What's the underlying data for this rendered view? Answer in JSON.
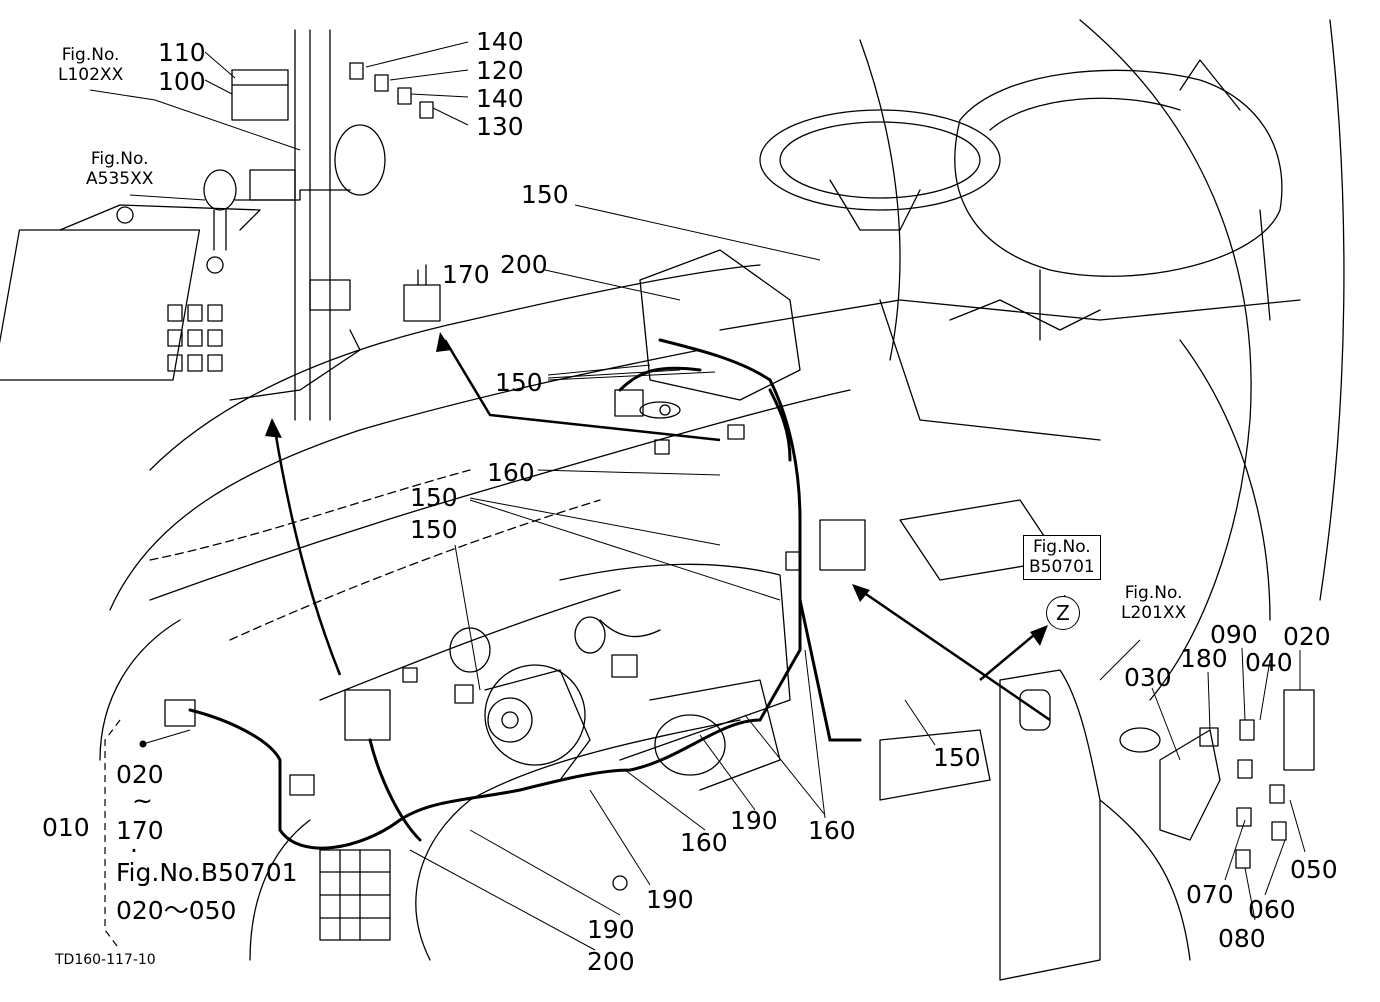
{
  "drawing": {
    "ref_code": "TD160-117-10",
    "figure_refs": [
      {
        "id": "l102",
        "line1": "Fig.No.",
        "line2": "L102XX"
      },
      {
        "id": "a535",
        "line1": "Fig.No.",
        "line2": "A535XX"
      },
      {
        "id": "b50701",
        "line1": "Fig.No.",
        "line2": "B50701"
      },
      {
        "id": "l201",
        "line1": "Fig.No.",
        "line2": "L201XX"
      }
    ],
    "view_marker": "Z",
    "parts_group": {
      "main": "010",
      "range_start": "020",
      "tilde": "~",
      "range_end": "170",
      "dot": "·",
      "fig_ref": "Fig.No.B50701",
      "fig_range": "020～050"
    },
    "callouts": [
      "110",
      "100",
      "140",
      "120",
      "140",
      "130",
      "150",
      "200",
      "170",
      "150",
      "160",
      "150",
      "150",
      "160",
      "190",
      "160",
      "190",
      "190",
      "200",
      "150",
      "030",
      "180",
      "090",
      "040",
      "020",
      "050",
      "060",
      "070",
      "080"
    ]
  }
}
